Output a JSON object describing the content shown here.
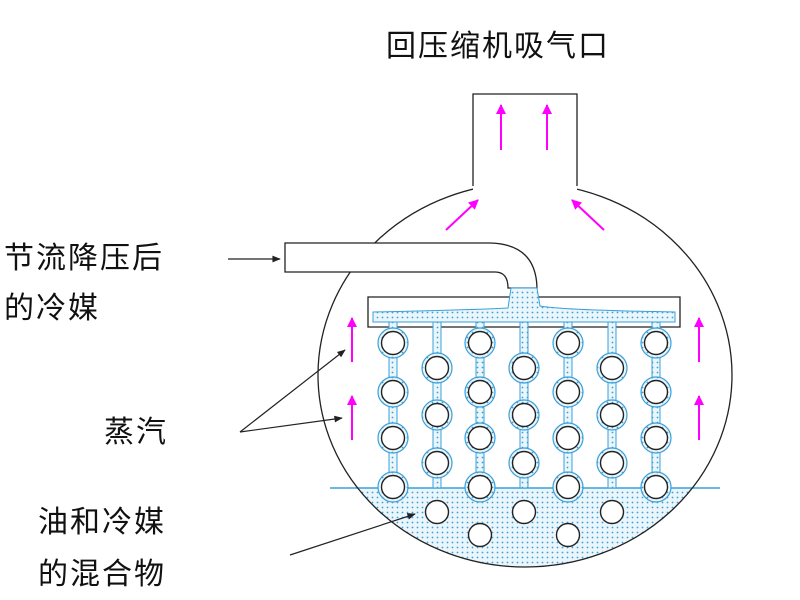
{
  "title": "回压缩机吸气口",
  "labels": {
    "refrigerant_line1": "节流降压后",
    "refrigerant_line2": "的冷媒",
    "vapor": "蒸汽",
    "mixture_line1": "油和冷媒",
    "mixture_line2": "的混合物"
  },
  "colors": {
    "flow_arrow": "#ff00ff",
    "liquid": "#3aa0d8",
    "outline": "#222222"
  }
}
